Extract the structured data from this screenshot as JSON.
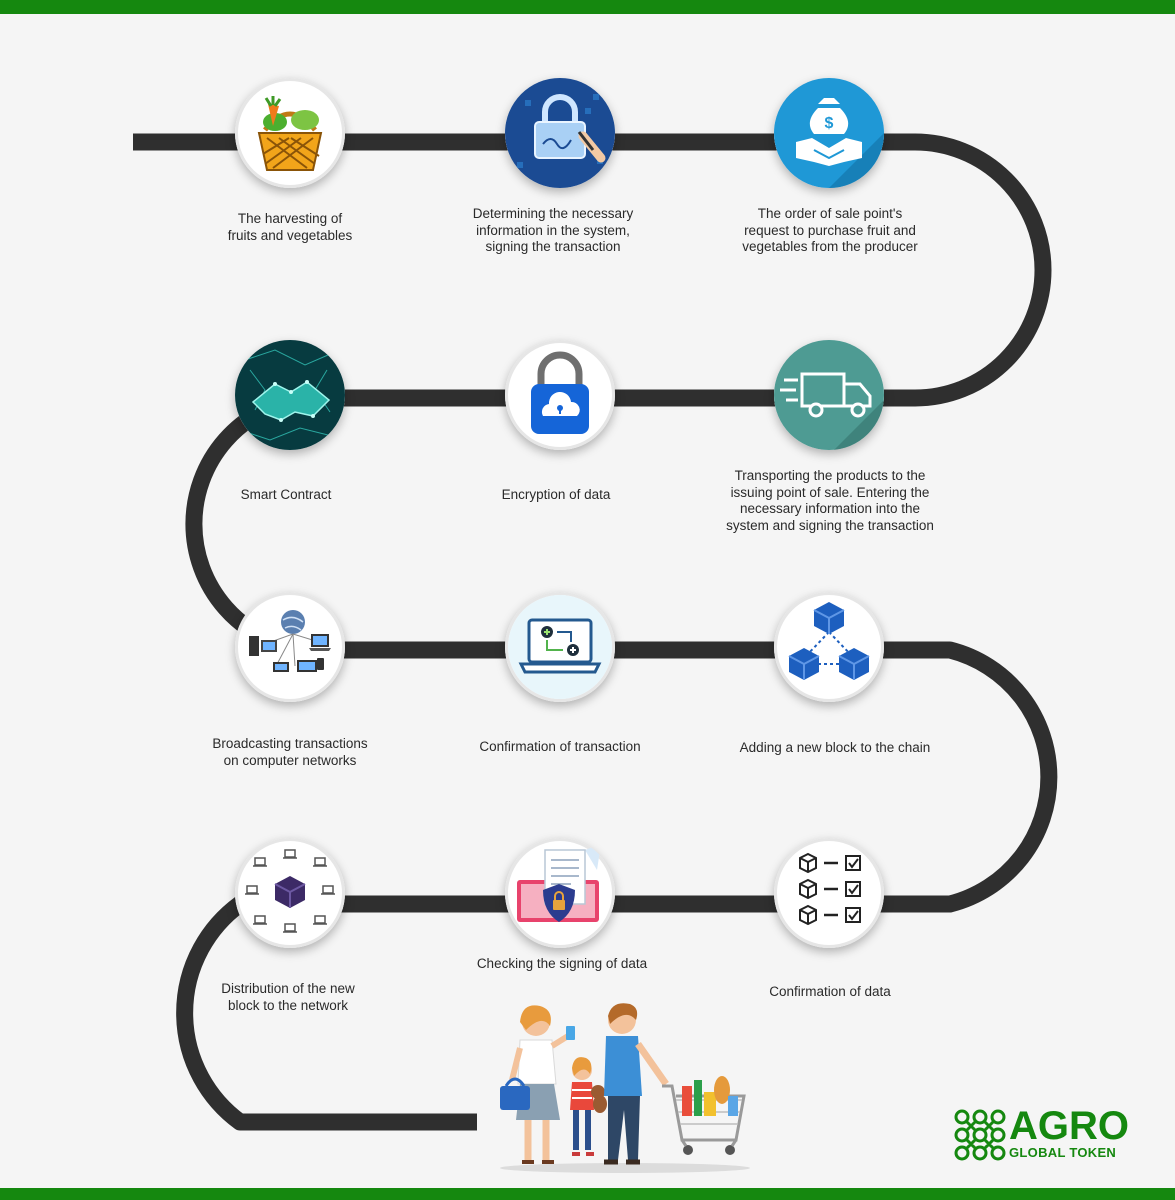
{
  "brand": {
    "name": "AGRO",
    "tagline": "GLOBAL TOKEN",
    "color": "#15880f"
  },
  "steps": [
    {
      "id": "harvest",
      "icon": "vegetable-basket-icon",
      "label": "The harvesting of\nfruits and vegetables"
    },
    {
      "id": "determine",
      "icon": "digital-signature-lock-icon",
      "label": "Determining the necessary\ninformation in the system,\nsigning the transaction"
    },
    {
      "id": "order",
      "icon": "money-bag-handshake-icon",
      "label": "The order of sale point's\nrequest to purchase fruit and\nvegetables from the producer"
    },
    {
      "id": "transport",
      "icon": "delivery-truck-icon",
      "label": "Transporting the products to the\nissuing point of sale. Entering the\nnecessary information into the\nsystem and signing the transaction"
    },
    {
      "id": "encryption",
      "icon": "cloud-padlock-icon",
      "label": "Encryption of data"
    },
    {
      "id": "smart-contract",
      "icon": "digital-handshake-icon",
      "label": "Smart Contract"
    },
    {
      "id": "broadcast",
      "icon": "computer-network-icon",
      "label": "Broadcasting transactions\non computer networks"
    },
    {
      "id": "confirm-transaction",
      "icon": "laptop-transfer-icon",
      "label": "Confirmation of transaction"
    },
    {
      "id": "add-block",
      "icon": "blockchain-cubes-icon",
      "label": "Adding a new block to the chain"
    },
    {
      "id": "confirm-data",
      "icon": "cube-checklist-icon",
      "label": "Confirmation of data"
    },
    {
      "id": "check-signing",
      "icon": "shield-document-icon",
      "label": "Checking the signing of data"
    },
    {
      "id": "distribute",
      "icon": "block-distribution-icon",
      "label": "Distribution of the new\nblock to the network"
    }
  ],
  "illustrations": {
    "family": "family-shopping-cart-illustration"
  },
  "colors": {
    "road": "#2f2f2f",
    "band": "#15880f",
    "background": "#f5f5f5"
  }
}
